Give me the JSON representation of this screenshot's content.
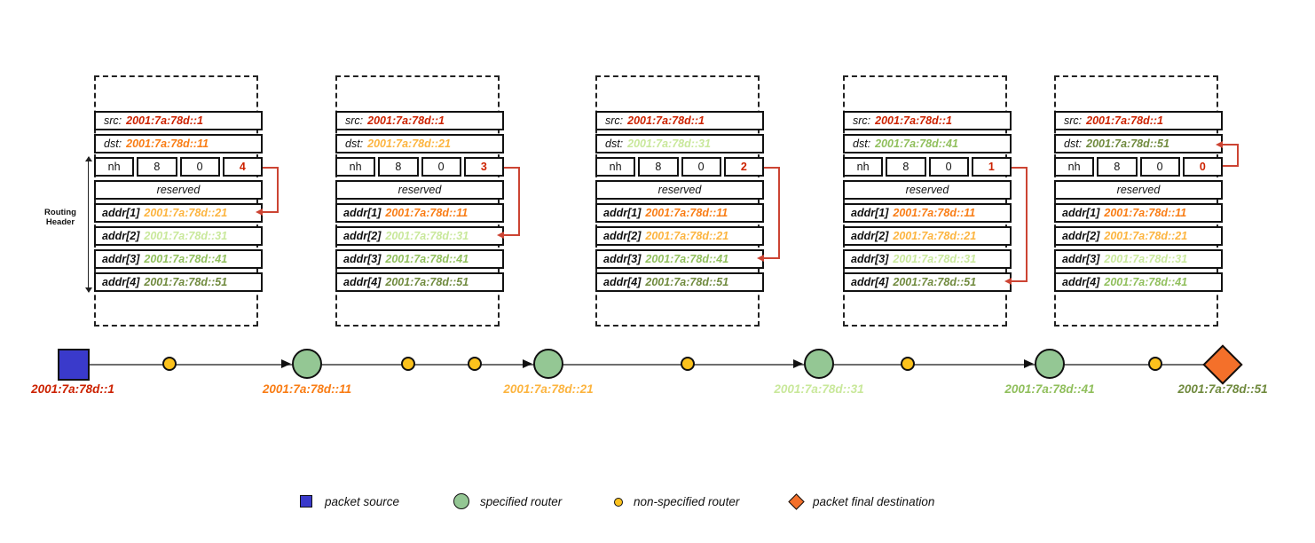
{
  "colors": {
    "src_red": "#cc2200",
    "hop1_orange": "#f97d15",
    "hop2_amber": "#fcb43f",
    "hop3_light_green": "#c9e89b",
    "hop4_green": "#90bf5c",
    "dest_dark_green": "#708a3e",
    "pointer_arrow_red": "#cc4433",
    "packet_source_fill": "#3a3acb",
    "specified_router_fill": "#94c794",
    "non_specified_router_fill": "#fcc21d",
    "destination_fill": "#f4702a"
  },
  "routing_header": {
    "line1": "Routing",
    "line2": "Header"
  },
  "field_labels": {
    "src": "src:",
    "dst": "dst:",
    "nh": "nh",
    "hdr_ext_len": "8",
    "routing_type": "0",
    "reserved": "reserved"
  },
  "packets": [
    {
      "src": "2001:7a:78d::1",
      "src_color": "#cc2200",
      "dst": "2001:7a:78d::11",
      "dst_color": "#f97d15",
      "segments_left": "4",
      "segments_left_color": "#cc2200",
      "addrs": [
        {
          "label": "addr[1]",
          "value": "2001:7a:78d::21",
          "color": "#fcb43f"
        },
        {
          "label": "addr[2]",
          "value": "2001:7a:78d::31",
          "color": "#c9e89b"
        },
        {
          "label": "addr[3]",
          "value": "2001:7a:78d::41",
          "color": "#90bf5c"
        },
        {
          "label": "addr[4]",
          "value": "2001:7a:78d::51",
          "color": "#708a3e"
        }
      ]
    },
    {
      "src": "2001:7a:78d::1",
      "src_color": "#cc2200",
      "dst": "2001:7a:78d::21",
      "dst_color": "#fcb43f",
      "segments_left": "3",
      "segments_left_color": "#cc2200",
      "addrs": [
        {
          "label": "addr[1]",
          "value": "2001:7a:78d::11",
          "color": "#f97d15"
        },
        {
          "label": "addr[2]",
          "value": "2001:7a:78d::31",
          "color": "#c9e89b"
        },
        {
          "label": "addr[3]",
          "value": "2001:7a:78d::41",
          "color": "#90bf5c"
        },
        {
          "label": "addr[4]",
          "value": "2001:7a:78d::51",
          "color": "#708a3e"
        }
      ]
    },
    {
      "src": "2001:7a:78d::1",
      "src_color": "#cc2200",
      "dst": "2001:7a:78d::31",
      "dst_color": "#c9e89b",
      "segments_left": "2",
      "segments_left_color": "#cc2200",
      "addrs": [
        {
          "label": "addr[1]",
          "value": "2001:7a:78d::11",
          "color": "#f97d15"
        },
        {
          "label": "addr[2]",
          "value": "2001:7a:78d::21",
          "color": "#fcb43f"
        },
        {
          "label": "addr[3]",
          "value": "2001:7a:78d::41",
          "color": "#90bf5c"
        },
        {
          "label": "addr[4]",
          "value": "2001:7a:78d::51",
          "color": "#708a3e"
        }
      ]
    },
    {
      "src": "2001:7a:78d::1",
      "src_color": "#cc2200",
      "dst": "2001:7a:78d::41",
      "dst_color": "#90bf5c",
      "segments_left": "1",
      "segments_left_color": "#cc2200",
      "addrs": [
        {
          "label": "addr[1]",
          "value": "2001:7a:78d::11",
          "color": "#f97d15"
        },
        {
          "label": "addr[2]",
          "value": "2001:7a:78d::21",
          "color": "#fcb43f"
        },
        {
          "label": "addr[3]",
          "value": "2001:7a:78d::31",
          "color": "#c9e89b"
        },
        {
          "label": "addr[4]",
          "value": "2001:7a:78d::51",
          "color": "#708a3e"
        }
      ]
    },
    {
      "src": "2001:7a:78d::1",
      "src_color": "#cc2200",
      "dst": "2001:7a:78d::51",
      "dst_color": "#708a3e",
      "segments_left": "0",
      "segments_left_color": "#cc2200",
      "addrs": [
        {
          "label": "addr[1]",
          "value": "2001:7a:78d::11",
          "color": "#f97d15"
        },
        {
          "label": "addr[2]",
          "value": "2001:7a:78d::21",
          "color": "#fcb43f"
        },
        {
          "label": "addr[3]",
          "value": "2001:7a:78d::31",
          "color": "#c9e89b"
        },
        {
          "label": "addr[4]",
          "value": "2001:7a:78d::41",
          "color": "#90bf5c"
        }
      ]
    }
  ],
  "path": {
    "source_label": "2001:7a:78d::1",
    "source_color": "#cc2200",
    "hops": [
      {
        "label": "2001:7a:78d::11",
        "color": "#f97d15"
      },
      {
        "label": "2001:7a:78d::21",
        "color": "#fcb43f"
      },
      {
        "label": "2001:7a:78d::31",
        "color": "#c9e89b"
      },
      {
        "label": "2001:7a:78d::41",
        "color": "#90bf5c"
      }
    ],
    "destination_label": "2001:7a:78d::51",
    "destination_color": "#708a3e"
  },
  "legend": {
    "packet_source": "packet source",
    "specified_router": "specified router",
    "non_specified_router": "non-specified router",
    "packet_final_destination": "packet final destination"
  }
}
